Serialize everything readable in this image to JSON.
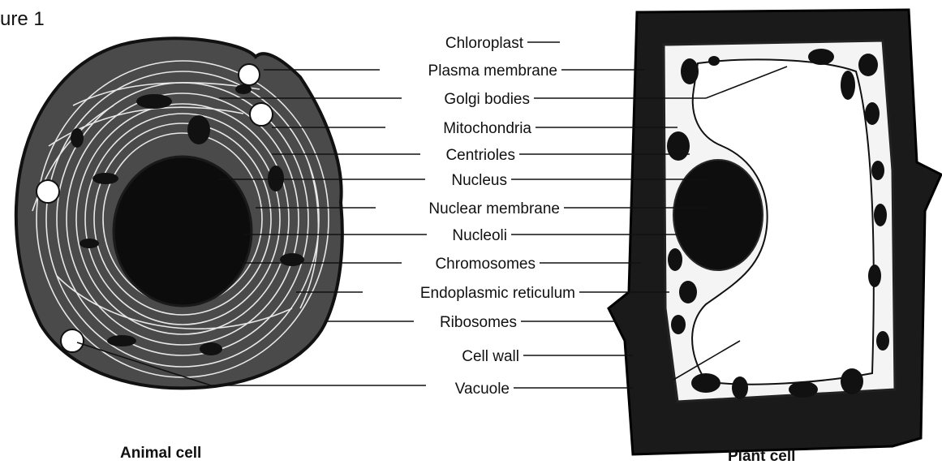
{
  "figure": {
    "label": "ure 1"
  },
  "captions": {
    "animal": "Animal cell",
    "plant": "Plant cell"
  },
  "labels": [
    "Chloroplast",
    "Plasma membrane",
    "Golgi bodies",
    "Mitochondria",
    "Centrioles",
    "Nucleus",
    "Nuclear membrane",
    "Nucleoli",
    "Chromosomes",
    "Endoplasmic reticulum",
    "Ribosomes",
    "Cell wall",
    "Vacuole"
  ]
}
